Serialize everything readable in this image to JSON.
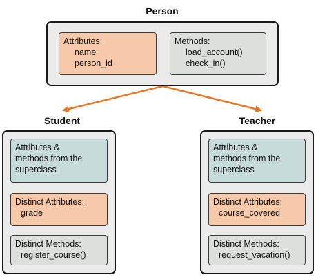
{
  "person": {
    "title": "Person",
    "attributes_heading": "Attributes:",
    "attributes": [
      "name",
      "person_id"
    ],
    "methods_heading": "Methods:",
    "methods": [
      "load_account()",
      "check_in()"
    ]
  },
  "student": {
    "title": "Student",
    "inherited": [
      "Attributes &",
      "methods from the",
      "superclass"
    ],
    "attr_heading": "Distinct Attributes:",
    "attr_value": "grade",
    "methods_heading": "Distinct Methods:",
    "methods_value": "register_course()"
  },
  "teacher": {
    "title": "Teacher",
    "inherited": [
      "Attributes &",
      "methods from the",
      "superclass"
    ],
    "attr_heading": "Distinct Attributes:",
    "attr_value": "course_covered",
    "methods_heading": "Distinct Methods:",
    "methods_value": "request_vacation()"
  },
  "colors": {
    "arrow": "#e87722",
    "attribute_fill": "#f5c9aa",
    "inherited_fill": "#c7dcda",
    "method_fill": "#dcdfdc"
  }
}
